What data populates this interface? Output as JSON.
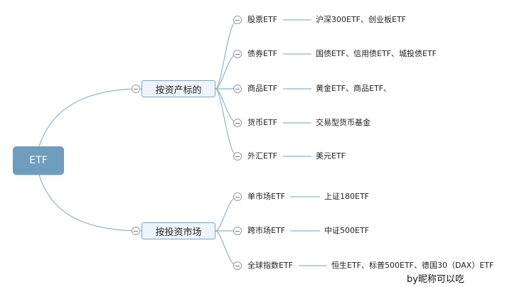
{
  "root": {
    "label": "ETF"
  },
  "branches": [
    {
      "label": "按资产标的",
      "items": [
        {
          "label": "股票ETF",
          "detail": "沪深300ETF、创业板ETF"
        },
        {
          "label": "债券ETF",
          "detail": "国债ETF、信用债ETF、城投债ETF"
        },
        {
          "label": "商品ETF",
          "detail": "黄金ETF、商品ETF、"
        },
        {
          "label": "货币ETF",
          "detail": "交易型货币基金"
        },
        {
          "label": "外汇ETF",
          "detail": "美元ETF"
        }
      ]
    },
    {
      "label": "按投资市场",
      "items": [
        {
          "label": "单市场ETF",
          "detail": "上证180ETF"
        },
        {
          "label": "跨市场ETF",
          "detail": "中证500ETF"
        },
        {
          "label": "全球指数ETF",
          "detail": "恒生ETF、标普500ETF、德国30（DAX）ETF"
        }
      ]
    }
  ],
  "watermark": "by昵称可以吃",
  "colors": {
    "root_fill": "#6e9dbd",
    "branch_fill": "#eef5fa",
    "branch_border": "#7fa3bf",
    "edge": "#8fb3cc"
  }
}
